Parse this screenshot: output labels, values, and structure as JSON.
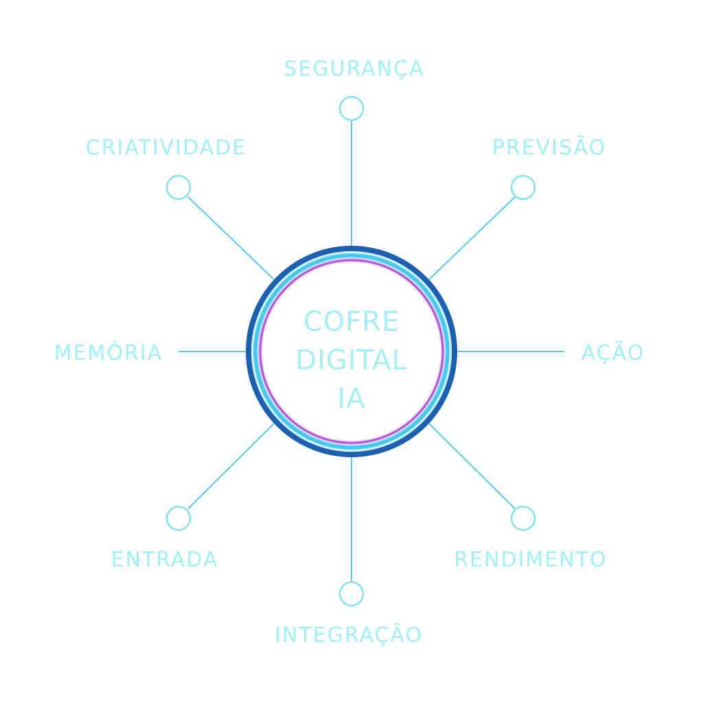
{
  "center": {
    "lines": [
      "COFRE",
      "DIGITAL",
      "IA"
    ]
  },
  "nodes": [
    {
      "id": "seguranca",
      "label": "SEGURANÇA",
      "has_node_circle": true
    },
    {
      "id": "previsao",
      "label": "PREVISÃO",
      "has_node_circle": true
    },
    {
      "id": "acao",
      "label": "AÇÃO",
      "has_node_circle": false
    },
    {
      "id": "rendimento",
      "label": "RENDIMENTO",
      "has_node_circle": true
    },
    {
      "id": "integracao",
      "label": "INTEGRAÇÃO",
      "has_node_circle": true
    },
    {
      "id": "entrada",
      "label": "ENTRADA",
      "has_node_circle": true
    },
    {
      "id": "memoria",
      "label": "MEMÓRIA",
      "has_node_circle": false
    },
    {
      "id": "criatividade",
      "label": "CRIATIVIDADE",
      "has_node_circle": true
    }
  ],
  "colors": {
    "line": "#56cde0",
    "node_stroke": "#7fe3ef",
    "label": "#9ff0f7",
    "ring_outer": "#1d5fb0",
    "ring_glow": "#45c8ea",
    "ring_inner": "#b34dd8",
    "center_text": "#a8eff5"
  }
}
